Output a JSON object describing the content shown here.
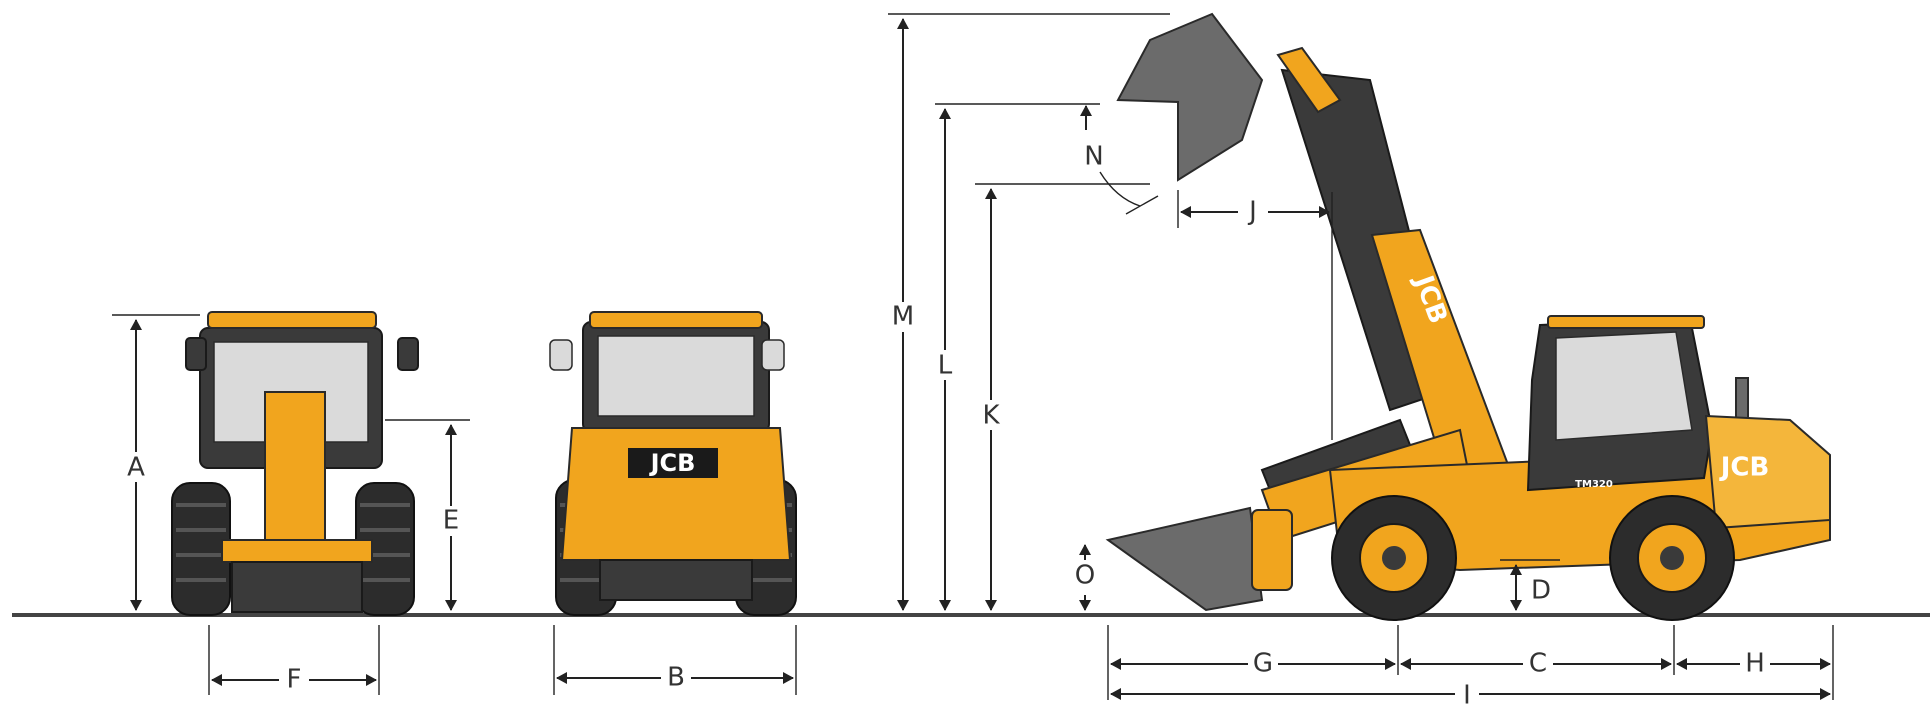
{
  "diagram": {
    "dimension_labels": {
      "A": "A",
      "B": "B",
      "C": "C",
      "D": "D",
      "E": "E",
      "F": "F",
      "G": "G",
      "H": "H",
      "I": "I",
      "J": "J",
      "K": "K",
      "L": "L",
      "M": "M",
      "N": "N",
      "O": "O"
    },
    "brand_logo": "JCB",
    "model_badge": "TM320",
    "colors": {
      "machine_body": "#f1a51e",
      "bucket": "#6b6b6b",
      "tyres": "#2c2c2c",
      "lines": "#222222"
    }
  }
}
